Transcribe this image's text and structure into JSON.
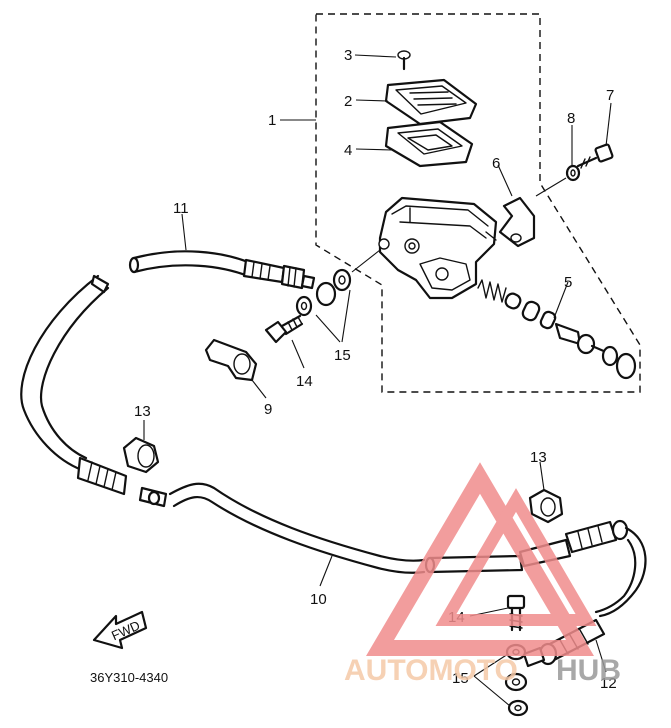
{
  "diagram": {
    "part_code": "36Y310-4340",
    "fwd_label": "FWD",
    "callouts": {
      "c1": "1",
      "c2": "2",
      "c3": "3",
      "c4": "4",
      "c5": "5",
      "c6": "6",
      "c7": "7",
      "c8": "8",
      "c9": "9",
      "c10": "10",
      "c11": "11",
      "c12": "12",
      "c13a": "13",
      "c13b": "13",
      "c14a": "14",
      "c14b": "14",
      "c15a": "15",
      "c15b": "15"
    }
  },
  "watermark": {
    "word_a": "AUTOMOTO",
    "word_b": "HUB",
    "color_a": "#f5c9a8",
    "color_b": "#9a9a9a",
    "triangle_color": "#f08c8c"
  }
}
